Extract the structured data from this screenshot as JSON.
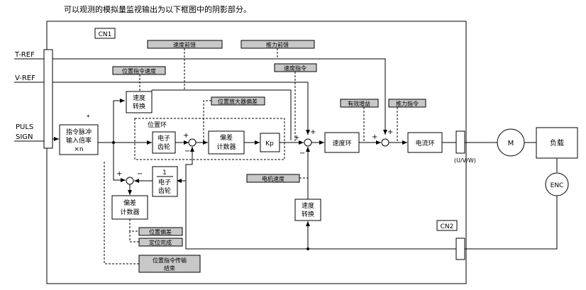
{
  "header": {
    "caption": "可以观测的模拟量监视输出为以下框图中的阴影部分。"
  },
  "connectors": {
    "cn1": "CN1",
    "cn2": "CN2"
  },
  "inputs": {
    "t_ref": "T-REF",
    "v_ref": "V-REF",
    "puls": "PULS",
    "sign": "SIGN"
  },
  "blocks": {
    "pulse_multiplier": [
      "指令脉冲",
      "输入倍率",
      "×n"
    ],
    "asterisk": "*",
    "speed_convert_top": [
      "速度",
      "转换"
    ],
    "position_loop_label": "位置环",
    "electronic_gear": [
      "电子",
      "齿轮"
    ],
    "deviation_counter": [
      "偏差",
      "计数器"
    ],
    "kp": "Kp",
    "speed_loop": "速度环",
    "current_loop": "电流环",
    "inverse_gear_num": "1",
    "inverse_gear_den": [
      "电子",
      "齿轮"
    ],
    "deviation_counter_2": [
      "偏差",
      "计数器"
    ],
    "speed_convert_bottom": [
      "速度",
      "转换"
    ],
    "motor": "M",
    "load": "负载",
    "encoder": "ENC",
    "uvw": "(U/V/W)"
  },
  "monitor_tags": {
    "speed_feedforward": "速度前馈",
    "thrust_feedforward": "推力前馈",
    "position_command_speed": "位置指令速度",
    "speed_command": "速度指令",
    "position_amp_deviation": "位置放大器偏差",
    "effective_gain": "有效增益",
    "thrust_command": "推力指令",
    "motor_speed": "电机速度",
    "position_deviation": "位置偏差",
    "positioning_complete": "定位完成",
    "position_command_done": [
      "位置指令传输",
      "结束"
    ]
  },
  "signs": {
    "plus": "+",
    "minus": "−"
  },
  "colors": {
    "tag_fill": "#c8c8c8",
    "line": "#000000"
  }
}
